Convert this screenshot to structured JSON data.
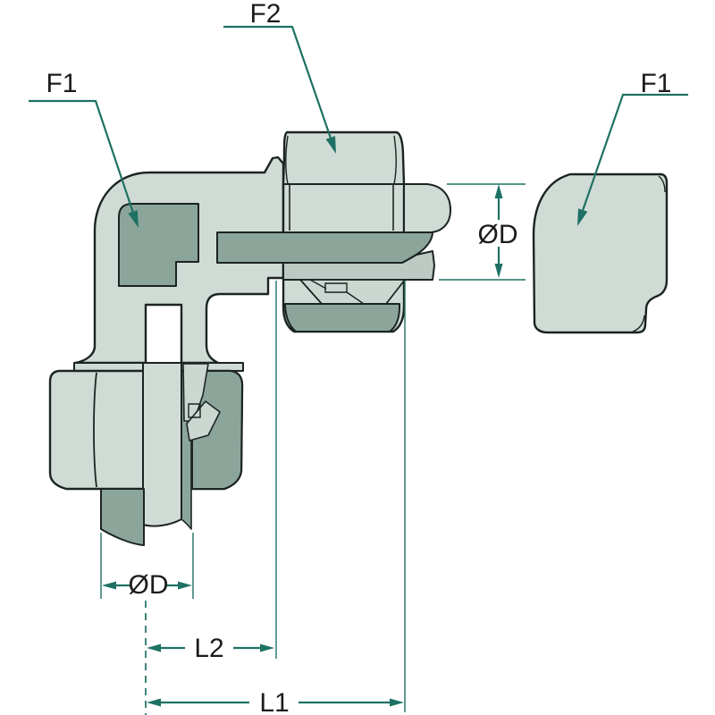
{
  "diagram": {
    "kind": "technical-drawing",
    "labels": {
      "f1_left": "F1",
      "f2_top": "F2",
      "f1_right": "F1",
      "dia_right": "ØD",
      "dia_bottom": "ØD",
      "l2": "L2",
      "l1": "L1"
    },
    "colors": {
      "outline": "#1b2420",
      "dimension_teal": "#1e7164",
      "fill_light": "#d1dbd5",
      "fill_medium": "#bdcac3",
      "fill_dark": "#8ba59b",
      "label_text": "#1c1c1c",
      "background": "#ffffff"
    }
  }
}
